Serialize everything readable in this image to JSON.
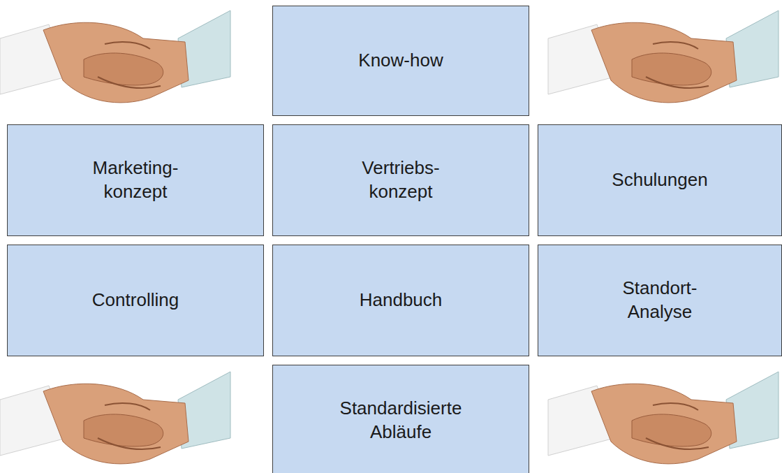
{
  "diagram": {
    "nodes": [
      {
        "text": [
          "Know-how"
        ]
      },
      {
        "text": [
          "Marketing- konzept"
        ]
      },
      {
        "text": [
          "Vertriebs- konzept"
        ]
      },
      {
        "text": [
          "Schulungen"
        ]
      },
      {
        "text": [
          "Controlling"
        ]
      },
      {
        "text": [
          "Handbuch"
        ]
      },
      {
        "text": [
          "Standort- Analyse"
        ]
      },
      {
        "text": [
          "Standardisierte Abläufe"
        ]
      }
    ]
  }
}
